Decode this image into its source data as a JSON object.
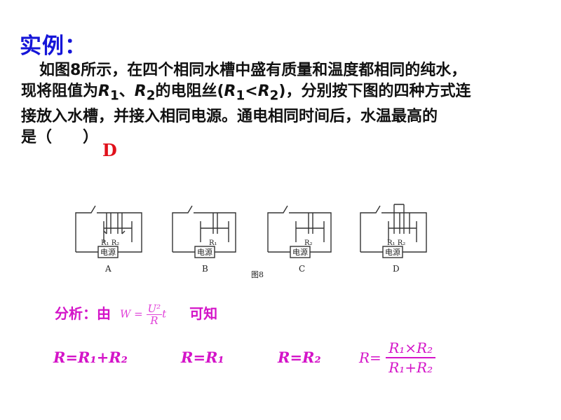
{
  "title": "实例：",
  "problem": {
    "line1": "如图8所示，在四个相同水槽中盛有质量和温度都相同的纯水，",
    "line2_a": "现将阻值为",
    "line2_b": "的电阻丝(",
    "line2_c": ")，分别按下图的四种方式连",
    "line3": "接放入水槽，并接入相同电源。通电相同时间后，水温最高的",
    "line4": "是（　　）"
  },
  "answer": "D",
  "figure": {
    "caption": "图8",
    "power_label": "电源",
    "panels": [
      {
        "letter": "A",
        "resistor_labels": "R₁ R₂"
      },
      {
        "letter": "B",
        "resistor_labels": "R₁"
      },
      {
        "letter": "C",
        "resistor_labels": "R₂"
      },
      {
        "letter": "D",
        "resistor_labels": "R₁ R₂"
      }
    ]
  },
  "analysis": {
    "prefix": "分析：由",
    "formula_lhs": "W =",
    "formula_num": "U²",
    "formula_den": "R",
    "formula_t": "t",
    "suffix": "可知"
  },
  "results": {
    "r1": "R=R₁+R₂",
    "r2": "R=R₁",
    "r3": "R=R₂",
    "r4_lhs": "R=",
    "r4_num": "R₁×R₂",
    "r4_den": "R₁+R₂"
  },
  "colors": {
    "title": "#1515d8",
    "answer": "#e0101a",
    "analysis": "#d414c8"
  }
}
